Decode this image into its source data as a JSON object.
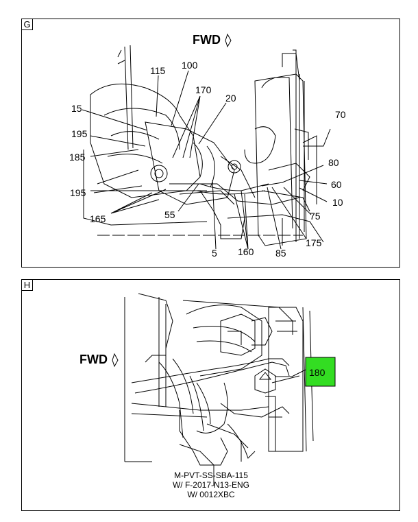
{
  "panels": {
    "g": {
      "tag": "G",
      "fwd": "FWD",
      "callouts": [
        "115",
        "100",
        "170",
        "15",
        "20",
        "195",
        "185",
        "70",
        "80",
        "195",
        "60",
        "165",
        "55",
        "75",
        "10",
        "175",
        "5",
        "160",
        "85"
      ]
    },
    "h": {
      "tag": "H",
      "fwd": "FWD",
      "highlight_callout": "180",
      "highlight_color": "#33dd22",
      "caption": [
        "M-PVT-SS-SBA-115",
        "W/ F-2017-N13-ENG",
        "W/ 0012XBC"
      ]
    }
  }
}
